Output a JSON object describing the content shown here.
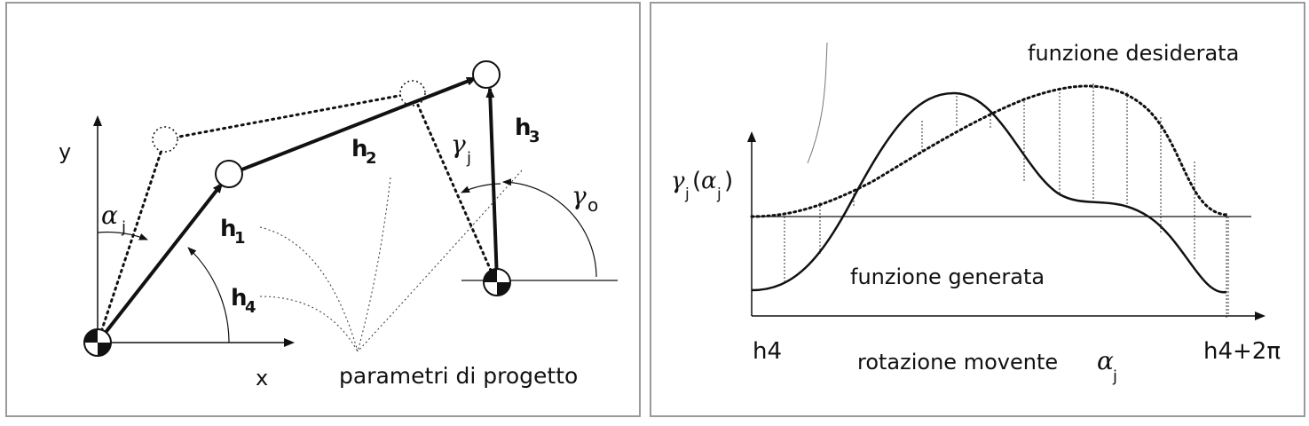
{
  "left": {
    "axis_y": "y",
    "axis_x": "x",
    "alpha": "α",
    "alpha_sub": "j",
    "gamma": "γ",
    "gamma_sub": "j",
    "gamma0": "γ",
    "gamma0_sub": "o",
    "h1": "h",
    "h1_sub": "1",
    "h2": "h",
    "h2_sub": "2",
    "h3": "h",
    "h3_sub": "3",
    "h4": "h",
    "h4_sub": "4",
    "params_label": "parametri di progetto"
  },
  "right": {
    "desired_label": "funzione desiderata",
    "generated_label": "funzione generata",
    "y_axis_g": "γ",
    "y_axis_j1": "j",
    "y_axis_paren_open": "(",
    "y_axis_alpha": "α",
    "y_axis_j2": "j",
    "y_axis_paren_close": ")",
    "x_start": "h4",
    "x_end": "h4+2π",
    "x_caption": "rotazione movente",
    "x_alpha": "α",
    "x_alpha_sub": "j"
  },
  "colors": {
    "ink": "#111111",
    "frame": "#9a9a9a"
  }
}
